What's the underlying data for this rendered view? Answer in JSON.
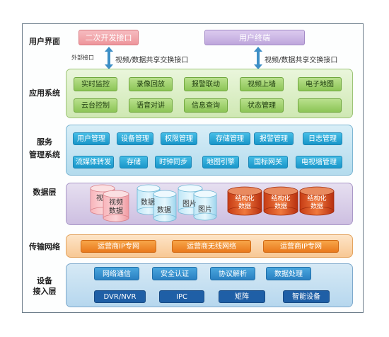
{
  "layers": {
    "user": "用户界面",
    "app": "应用系统",
    "service_line1": "服务",
    "service_line2": "管理系统",
    "data": "数据层",
    "network": "传输网络",
    "device_line1": "设备",
    "device_line2": "接入层"
  },
  "user_interface": {
    "dev_interface": "二次开发接口",
    "terminal": "用户终端",
    "external_label": "外部接口",
    "share_left": "视频/数据共享交换接口",
    "share_right": "视频/数据共享交换接口"
  },
  "app_system": {
    "row1": [
      "实时监控",
      "录像回放",
      "报警联动",
      "视频上墙",
      "电子地图"
    ],
    "row2": [
      "云台控制",
      "语音对讲",
      "信息查询",
      "状态管理",
      ""
    ]
  },
  "service_system": {
    "row1": [
      "用户管理",
      "设备管理",
      "权限管理",
      "存储管理",
      "报警管理",
      "日志管理"
    ],
    "row2": [
      "流媒体转发",
      "存储",
      "时钟同步",
      "地图引擎",
      "国标网关",
      "电视墙管理"
    ]
  },
  "data_layer": {
    "red_front": "视频\n数据",
    "red_back": "视",
    "cyan1_front": "数据",
    "cyan1_back": "数据",
    "cyan2_front": "图片",
    "cyan2_back": "图片",
    "structured": [
      "结构化\n数据",
      "结构化\n数据",
      "结构化\n数据"
    ]
  },
  "network_layer": [
    "运营商IP专网",
    "运营商无线网络",
    "运营商IP专网"
  ],
  "device_layer": {
    "row1": [
      "网络通信",
      "安全认证",
      "协议解析",
      "数据处理"
    ],
    "row2": [
      "DVR/NVR",
      "IPC",
      "矩阵",
      "智能设备"
    ]
  },
  "colors": {
    "pink_box": "#f0a3a8",
    "purple_box": "#c9b3e3",
    "arrow": "#3d8fc6"
  }
}
